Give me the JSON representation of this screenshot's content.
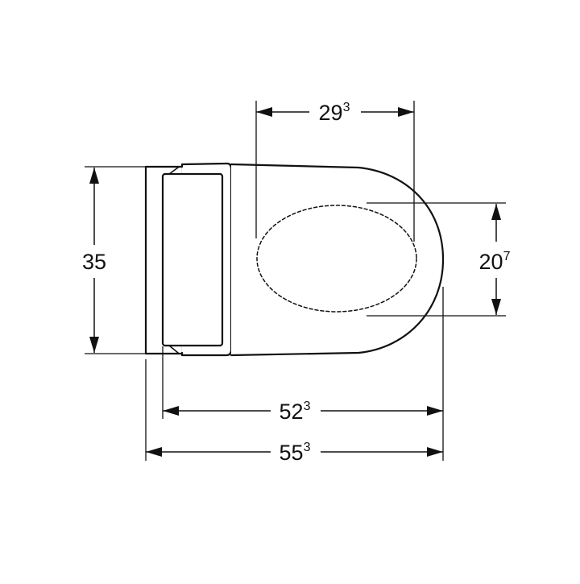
{
  "colors": {
    "line": "#111111",
    "background": "#ffffff"
  },
  "dimensions": {
    "bowl_width": {
      "main": "29",
      "sup": "3"
    },
    "bowl_depth": {
      "main": "20",
      "sup": "7"
    },
    "height": {
      "main": "35",
      "sup": ""
    },
    "seat_length": {
      "main": "52",
      "sup": "3"
    },
    "total_length": {
      "main": "55",
      "sup": "3"
    }
  }
}
